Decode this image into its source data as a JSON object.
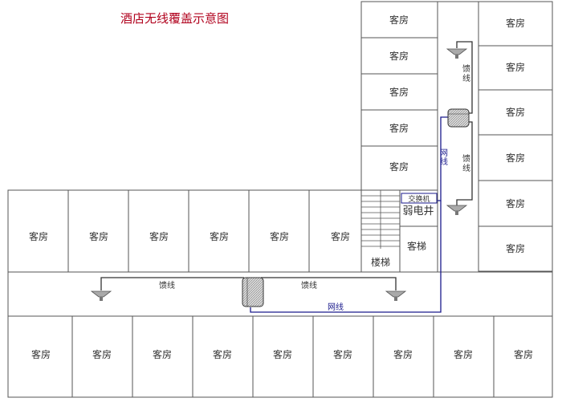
{
  "title": "酒店无线覆盖示意图",
  "labels": {
    "room": "客房",
    "stairs": "楼梯",
    "elevator": "客梯",
    "weak_shaft": "弱电井",
    "switch": "交换机",
    "feeder": "馈线",
    "network": "网线"
  },
  "colors": {
    "title": "#b0001c",
    "wall": "#555555",
    "feeder": "#333333",
    "network": "#1a1a8c",
    "antenna": "#aaaaaa"
  }
}
